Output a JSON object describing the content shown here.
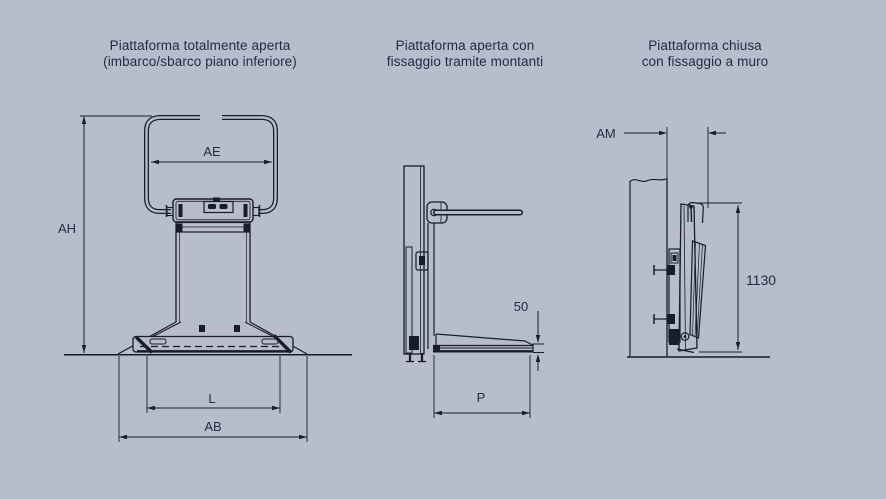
{
  "page": {
    "background_color": "#b8bdcb",
    "line_color": "#171d2b",
    "text_color": "#1f2a44"
  },
  "figures": [
    {
      "id": "open-front",
      "title_line1": "Piattaforma totalmente aperta",
      "title_line2": "(imbarco/sbarco piano inferiore)",
      "dims": {
        "arm_inner_width": "AE",
        "overall_height": "AH",
        "platform_length": "L",
        "overall_width": "AB"
      }
    },
    {
      "id": "open-side",
      "title_line1": "Piattaforma aperta con",
      "title_line2": "fissaggio tramite montanti",
      "dims": {
        "platform_thickness": "50",
        "platform_depth": "P"
      }
    },
    {
      "id": "closed-side",
      "title_line1": "Piattaforma chiusa",
      "title_line2": "con fissaggio a muro",
      "dims": {
        "wall_offset": "AM",
        "closed_height": "1130"
      }
    }
  ]
}
